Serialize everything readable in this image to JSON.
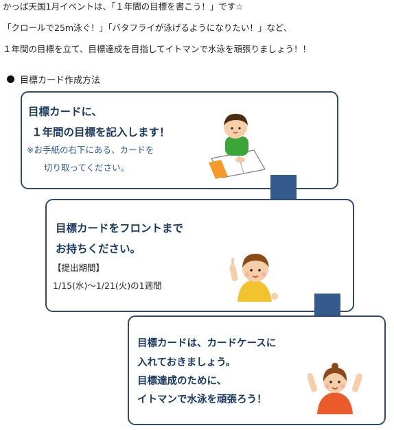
{
  "intro": {
    "line1": "かっぱ天国1月イベントは、「１年間の目標を書こう！」です☆",
    "line2": "「クロールで25m泳ぐ！」「バタフライが泳げるようになりたい！」など、",
    "line3": "１年間の目標を立て、目標達成を目指してイトマンで水泳を頑張りましょう！！"
  },
  "section_title": "目標カード作成方法",
  "card1": {
    "line1": "目標カードに、",
    "line2": "１年間の目標を記入します！",
    "note1": "※お手紙の右下にある、カードを",
    "note2": "切り取ってください。"
  },
  "card2": {
    "line1": "目標カードをフロントまで",
    "line2": "お持ちください。",
    "period_label": "【提出期間】",
    "period": "1/15(水)～1/21(火)の1週間"
  },
  "card3": {
    "line1": "目標カードは、カードケースに",
    "line2": "入れておきましょう。",
    "line3": "目標達成のために、",
    "line4": "イトマンで水泳を頑張ろう！"
  },
  "colors": {
    "card_border": "#2f4c6e",
    "arrow": "#345b8c",
    "heading_text": "#17375e"
  },
  "icons": [
    "bullet-dot",
    "down-arrow",
    "boy-writing-illustration",
    "boy-pointing-illustration",
    "girl-cheering-illustration"
  ]
}
